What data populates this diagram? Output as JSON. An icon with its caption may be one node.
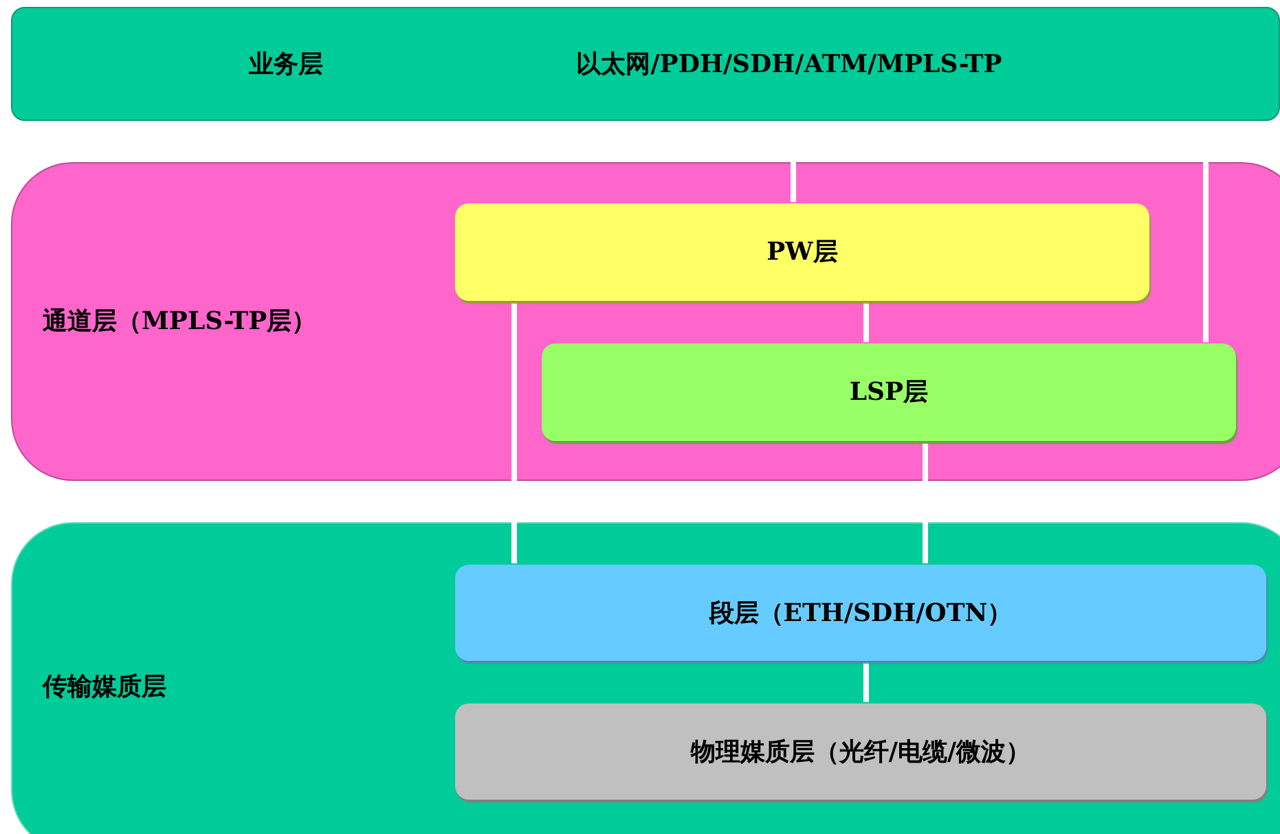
{
  "diagram": {
    "nodes": [
      {
        "text": [
          "业务层",
          "以太网/PDH/SDH/ATM/MPLS-TP"
        ]
      },
      {
        "text": [
          "通道层（MPLS-TP层）"
        ]
      },
      {
        "text": [
          "PW层"
        ],
        "in": 1
      },
      {
        "text": [
          "LSP层"
        ],
        "in": 1
      },
      {
        "text": [
          "传输媒质层"
        ]
      },
      {
        "text": [
          "段层（ETH/SDH/OTN）"
        ],
        "in": 4
      },
      {
        "text": [
          "物理媒质层（光纤/电缆/微波）"
        ],
        "in": 4
      }
    ],
    "edges": [
      {
        "from": 0,
        "to": 2,
        "arrow": "none"
      },
      {
        "from": 0,
        "to": 3,
        "arrow": "none"
      },
      {
        "from": 2,
        "to": 3,
        "arrow": "none"
      },
      {
        "from": 2,
        "to": 5,
        "arrow": "none"
      },
      {
        "from": 3,
        "to": 5,
        "arrow": "none"
      },
      {
        "from": 5,
        "to": 6,
        "arrow": "none"
      }
    ]
  }
}
